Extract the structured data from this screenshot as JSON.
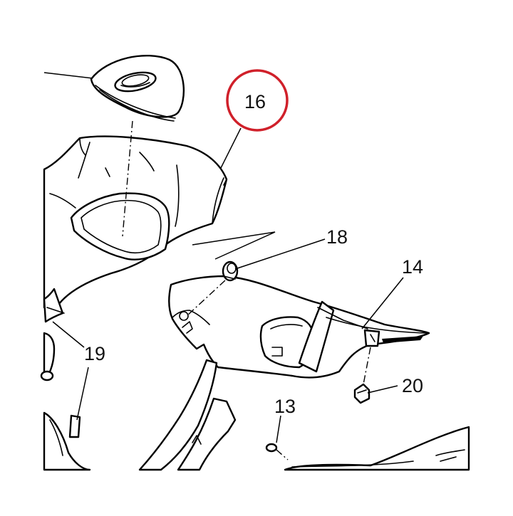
{
  "callouts": {
    "c16": "16",
    "c18": "18",
    "c14": "14",
    "c19": "19",
    "c20": "20",
    "c13": "13"
  },
  "highlight": {
    "callout": "16",
    "color": "#d0202a"
  },
  "colors": {
    "line": "#000000",
    "background": "#ffffff"
  }
}
